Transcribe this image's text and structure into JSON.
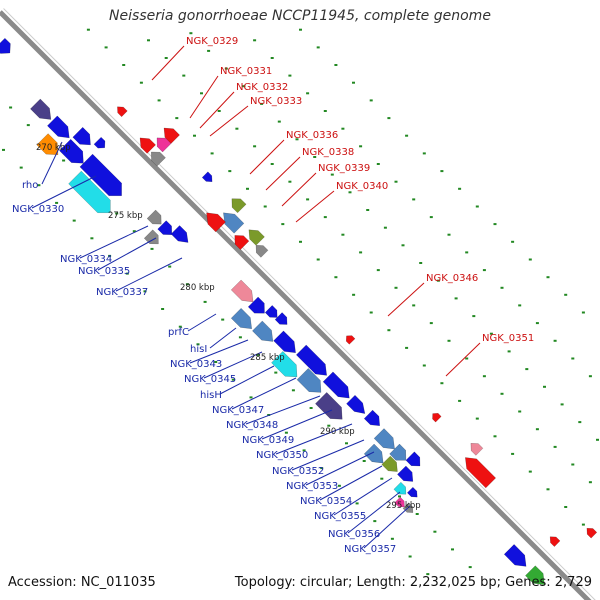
{
  "title": "Neisseria gonorrhoeae NCCP11945, complete genome",
  "accession_text": "Accession: NC_011035",
  "topology_text": "Topology: circular; Length: 2,232,025 bp; Genes: 2,729",
  "kbp_ticks": [
    "270 kbp",
    "275 kbp",
    "280 kbp",
    "285 kbp",
    "290 kbp",
    "295 kbp"
  ],
  "inner_labels": [
    "rho",
    "NGK_0330",
    "NGK_0334",
    "NGK_0335",
    "NGK_0337",
    "prfC",
    "hisI",
    "NGK_0343",
    "NGK_0345",
    "hisH",
    "NGK_0347",
    "NGK_0348",
    "NGK_0349",
    "NGK_0350",
    "NGK_0352",
    "NGK_0353",
    "NGK_0354",
    "NGK_0355",
    "NGK_0356",
    "NGK_0357"
  ],
  "outer_labels": [
    "NGK_0329",
    "NGK_0331",
    "NGK_0332",
    "NGK_0333",
    "NGK_0336",
    "NGK_0338",
    "NGK_0339",
    "NGK_0340",
    "NGK_0346",
    "NGK_0351"
  ],
  "colors": {
    "backbone": "#8a8a8a",
    "inner_label": "#1a2aa8",
    "outer_label": "#cc1111",
    "gene_blue": "#1010dd",
    "gene_red": "#ee1111",
    "gene_steel": "#4f86c2",
    "gene_cyan": "#22dde8",
    "gene_navy": "#4a3f88",
    "gene_orange": "#ff8c00",
    "gene_olive": "#7b9a2a",
    "gene_grey": "#888888",
    "gene_pink": "#ee8899",
    "gene_magenta": "#ee3399",
    "gene_green": "#33aa33",
    "tick_green": "#228822"
  }
}
